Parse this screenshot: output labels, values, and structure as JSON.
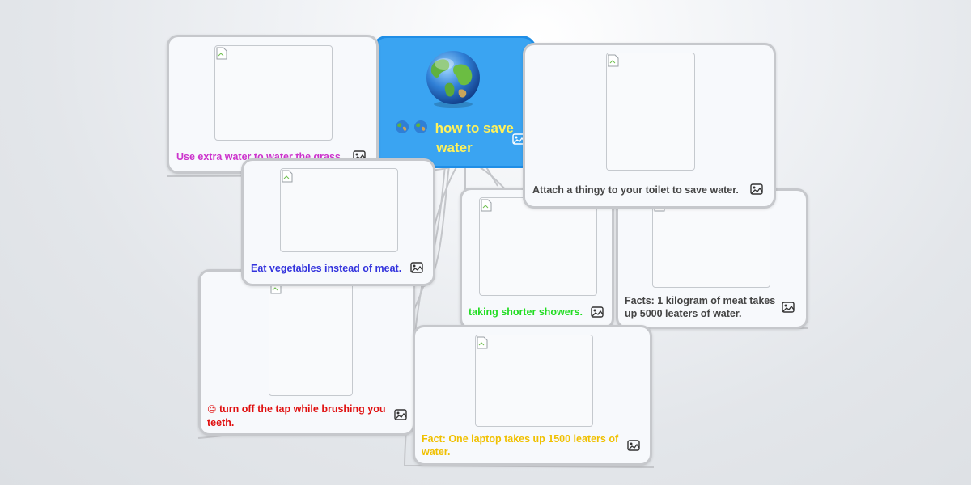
{
  "central_topic": {
    "title_line1": "how to save",
    "title_line2": "water",
    "title_color": "#fff25a",
    "fill_color": "#3aa4f2",
    "icons": [
      "globe-icon",
      "globe-icon"
    ]
  },
  "nodes": [
    {
      "id": "grass",
      "label": "Use extra water to water the grass.",
      "color": "#cc33cc"
    },
    {
      "id": "vegetables",
      "label": "Eat vegetables instead of meat.",
      "color": "#3333dd"
    },
    {
      "id": "tap_emoji",
      "label": "😐",
      "color": "#e8a000"
    },
    {
      "id": "tap",
      "label": "turn off the tap while brushing you",
      "label_line2": "teeth.",
      "color": "#e01010"
    },
    {
      "id": "showers",
      "label": "taking shorter showers.",
      "color": "#22dd22"
    },
    {
      "id": "toilet",
      "label": "Attach a thingy to your toilet to save water.",
      "color": "#444444"
    },
    {
      "id": "meat",
      "label": "Facts: 1 kilogram of meat takes",
      "label_line2": "up 5000 leaters of water.",
      "color": "#444444"
    },
    {
      "id": "laptop",
      "label": "Fact: One laptop takes up 1500 leaters of",
      "label_line2": "water.",
      "color": "#f0c000"
    }
  ],
  "icons": {
    "node_image": "image-icon",
    "broken_image": "broken-image-icon"
  }
}
